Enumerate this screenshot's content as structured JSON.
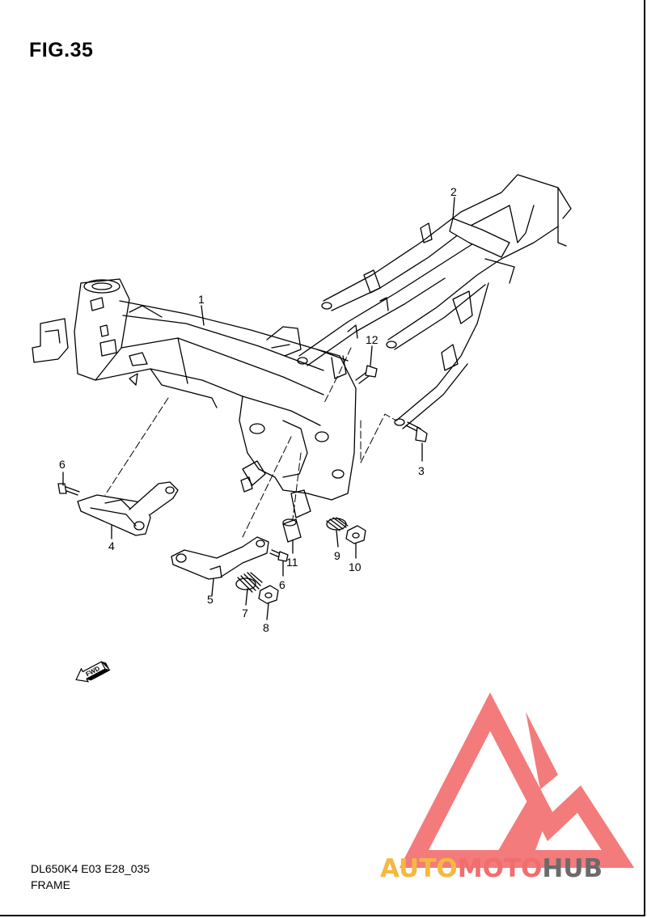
{
  "figure": {
    "title": "FIG.35"
  },
  "footer": {
    "code": "DL650K4 E03 E28_035",
    "name": "FRAME"
  },
  "fwd_badge": {
    "label": "FWD"
  },
  "callouts": [
    "1",
    "2",
    "3",
    "4",
    "5",
    "6",
    "6",
    "7",
    "8",
    "9",
    "10",
    "11",
    "12"
  ],
  "watermark": {
    "part1": "AUTO",
    "part2": "MOTO",
    "part3": "HUB",
    "colors": {
      "logo": "#f26d6d",
      "auto": "#f5b840",
      "moto": "#f26d6d",
      "hub": "#6b6b6b"
    }
  }
}
